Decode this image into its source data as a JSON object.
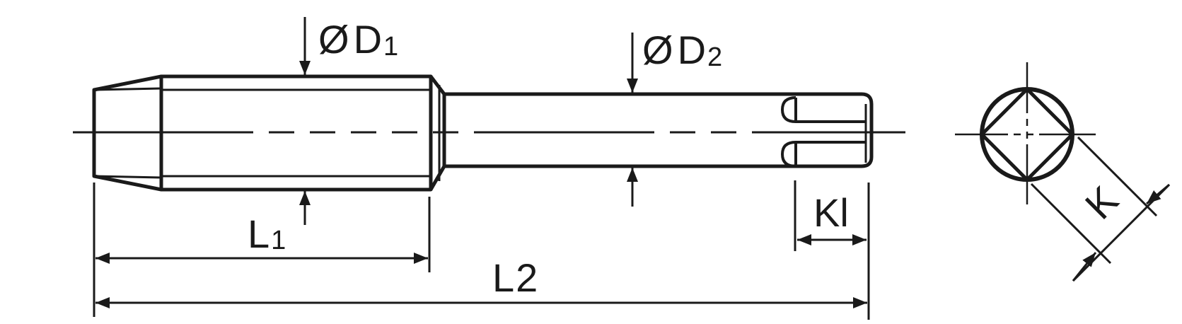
{
  "drawing": {
    "line_color": "#1a1a1a",
    "background": "#ffffff",
    "labels": {
      "d1_symbol": "Ø",
      "d1_letter": "D",
      "d1_sub": "1",
      "d2_symbol": "Ø",
      "d2_letter": "D",
      "d2_sub": "2",
      "l1_letter": "L",
      "l1_sub": "1",
      "l2_letter": "L",
      "l2_sub": "2",
      "kl": "Kl",
      "k": "K"
    }
  }
}
